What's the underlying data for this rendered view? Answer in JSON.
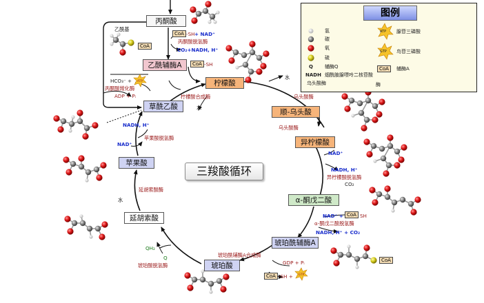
{
  "title": "三羧酸循环",
  "legend": {
    "title": "图例",
    "items": {
      "hydrogen": "氢",
      "carbon": "碳",
      "oxygen": "氧",
      "sulfur": "硫",
      "q_symbol": "Q",
      "q_label": "辅酶Q",
      "nadh_symbol": "NADH",
      "nadh_label": "烟酰胺腺嘌呤二核苷酸",
      "enzyme_sample": "乌头酸酶",
      "enzyme_label": "酶",
      "atp_symbol": "ATP",
      "atp_label": "腺苷三磷酸",
      "gtp_symbol": "GTP",
      "gtp_label": "鸟苷三磷酸",
      "coa_symbol": "CoA",
      "coa_label": "辅酶A"
    }
  },
  "metabolites": {
    "pyruvate": "丙酮酸",
    "acetyl_coa": "乙酰辅酶A",
    "citrate": "柠檬酸",
    "cis_aconitate": "顺-乌头酸",
    "isocitrate": "异柠檬酸",
    "alpha_kg": "α-酮戊二酸",
    "succinyl_coa": "琥珀酰辅酶A",
    "succinate": "琥珀酸",
    "fumarate": "延胡索酸",
    "malate": "苹果酸",
    "oxaloacetate": "草酰乙酸"
  },
  "enzymes": {
    "pdh": "丙酮酸脱氢酶",
    "pyruvate_carboxylase": "丙酮酸羧化酶",
    "citrate_synthase": "柠檬酸合成酶",
    "aconitase_1": "乌头酸酶",
    "aconitase_2": "乌头酸酶",
    "idh": "异柠檬酸脱氢酶",
    "akgdh": "α-酮戊二酸脱氢酶",
    "scs": "琥珀酰辅酶A合成酶",
    "sdh": "琥珀酸脱氢酶",
    "fumarase": "延胡索酸酶",
    "mdh": "苹果酸脱氢酶"
  },
  "cofactors": {
    "acetyl_group": "乙酰基",
    "coa": "CoA",
    "pdh_in_sh": "-SH",
    "pdh_in_nad": " + NAD⁺",
    "pdh_out": "CO₂+NADH, H⁺",
    "acetyl_coa_sh": "-SH",
    "hco3": "HCO₃⁻ +",
    "atp": "ATP",
    "adp": "ADP + Pᵢ",
    "water_citrate": "水",
    "water_aconitate": "水",
    "water_fumarate": "水",
    "idh_nad": "NAD⁺",
    "idh_nadh": "NADH, H⁺",
    "idh_co2": "CO₂",
    "akg_nad": "NAD⁺ +",
    "akg_coa_sh": "SH",
    "akg_nadh_co2": "NADH, H⁺ + CO₂",
    "gdp": "GDP + Pᵢ",
    "gtp": "GTP",
    "scs_coa_sh": "-SH +",
    "qh2": "QH₂",
    "q": "Q",
    "mdh_nadh": "NADH, H⁺",
    "mdh_nad": "NAD⁺"
  },
  "colors": {
    "cycle_arrow": "#111111",
    "enzyme_text": "#9b1b1b",
    "cofactor_blue": "#1a2ecc",
    "q_green": "#1a7a1a",
    "oxygen_atom": "#e01a1a",
    "carbon_atom": "#8a8a8a",
    "sulfur_atom": "#d8d020",
    "box_orange": "#f6b47a",
    "box_green": "#cfe9c8",
    "box_lavender": "#cfd3f3",
    "box_pink": "#f1c7cf"
  }
}
